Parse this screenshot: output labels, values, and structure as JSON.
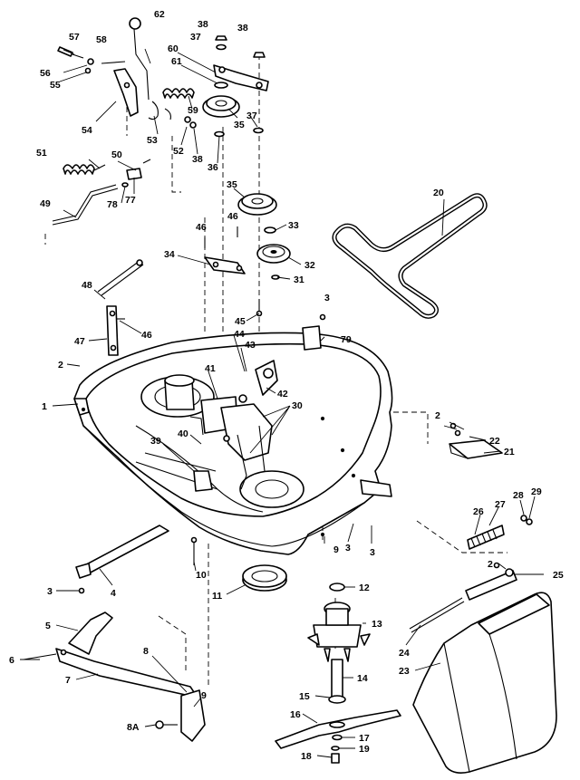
{
  "diagram": {
    "callouts": [
      {
        "id": "62",
        "label": "62"
      },
      {
        "id": "38a",
        "label": "38"
      },
      {
        "id": "37a",
        "label": "37"
      },
      {
        "id": "38b",
        "label": "38"
      },
      {
        "id": "57",
        "label": "57"
      },
      {
        "id": "58",
        "label": "58"
      },
      {
        "id": "60",
        "label": "60"
      },
      {
        "id": "61",
        "label": "61"
      },
      {
        "id": "56",
        "label": "56"
      },
      {
        "id": "55",
        "label": "55"
      },
      {
        "id": "59",
        "label": "59"
      },
      {
        "id": "37b",
        "label": "37"
      },
      {
        "id": "54",
        "label": "54"
      },
      {
        "id": "35a",
        "label": "35"
      },
      {
        "id": "53",
        "label": "53"
      },
      {
        "id": "52",
        "label": "52"
      },
      {
        "id": "38c",
        "label": "38"
      },
      {
        "id": "36",
        "label": "36"
      },
      {
        "id": "51",
        "label": "51"
      },
      {
        "id": "50",
        "label": "50"
      },
      {
        "id": "77",
        "label": "77"
      },
      {
        "id": "78",
        "label": "78"
      },
      {
        "id": "49",
        "label": "49"
      },
      {
        "id": "35b",
        "label": "35"
      },
      {
        "id": "20",
        "label": "20"
      },
      {
        "id": "46a",
        "label": "46"
      },
      {
        "id": "46b",
        "label": "46"
      },
      {
        "id": "33",
        "label": "33"
      },
      {
        "id": "34",
        "label": "34"
      },
      {
        "id": "32",
        "label": "32"
      },
      {
        "id": "31",
        "label": "31"
      },
      {
        "id": "48",
        "label": "48"
      },
      {
        "id": "3a",
        "label": "3"
      },
      {
        "id": "45",
        "label": "45"
      },
      {
        "id": "46c",
        "label": "46"
      },
      {
        "id": "47",
        "label": "47"
      },
      {
        "id": "44",
        "label": "44"
      },
      {
        "id": "79",
        "label": "79"
      },
      {
        "id": "43",
        "label": "43"
      },
      {
        "id": "2a",
        "label": "2"
      },
      {
        "id": "41",
        "label": "41"
      },
      {
        "id": "42",
        "label": "42"
      },
      {
        "id": "1",
        "label": "1"
      },
      {
        "id": "30",
        "label": "30"
      },
      {
        "id": "2b",
        "label": "2"
      },
      {
        "id": "22",
        "label": "22"
      },
      {
        "id": "40",
        "label": "40"
      },
      {
        "id": "21",
        "label": "21"
      },
      {
        "id": "39",
        "label": "39"
      },
      {
        "id": "26",
        "label": "26"
      },
      {
        "id": "27",
        "label": "27"
      },
      {
        "id": "28",
        "label": "28"
      },
      {
        "id": "29",
        "label": "29"
      },
      {
        "id": "9a",
        "label": "9"
      },
      {
        "id": "3b",
        "label": "3"
      },
      {
        "id": "3c",
        "label": "3"
      },
      {
        "id": "10",
        "label": "10"
      },
      {
        "id": "2c",
        "label": "2"
      },
      {
        "id": "25",
        "label": "25"
      },
      {
        "id": "3d",
        "label": "3"
      },
      {
        "id": "4",
        "label": "4"
      },
      {
        "id": "11",
        "label": "11"
      },
      {
        "id": "12",
        "label": "12"
      },
      {
        "id": "5",
        "label": "5"
      },
      {
        "id": "13",
        "label": "13"
      },
      {
        "id": "24",
        "label": "24"
      },
      {
        "id": "8",
        "label": "8"
      },
      {
        "id": "6",
        "label": "6"
      },
      {
        "id": "7",
        "label": "7"
      },
      {
        "id": "23",
        "label": "23"
      },
      {
        "id": "9b",
        "label": "9"
      },
      {
        "id": "14",
        "label": "14"
      },
      {
        "id": "15",
        "label": "15"
      },
      {
        "id": "8A",
        "label": "8A"
      },
      {
        "id": "16",
        "label": "16"
      },
      {
        "id": "17",
        "label": "17"
      },
      {
        "id": "19",
        "label": "19"
      },
      {
        "id": "18",
        "label": "18"
      }
    ]
  }
}
